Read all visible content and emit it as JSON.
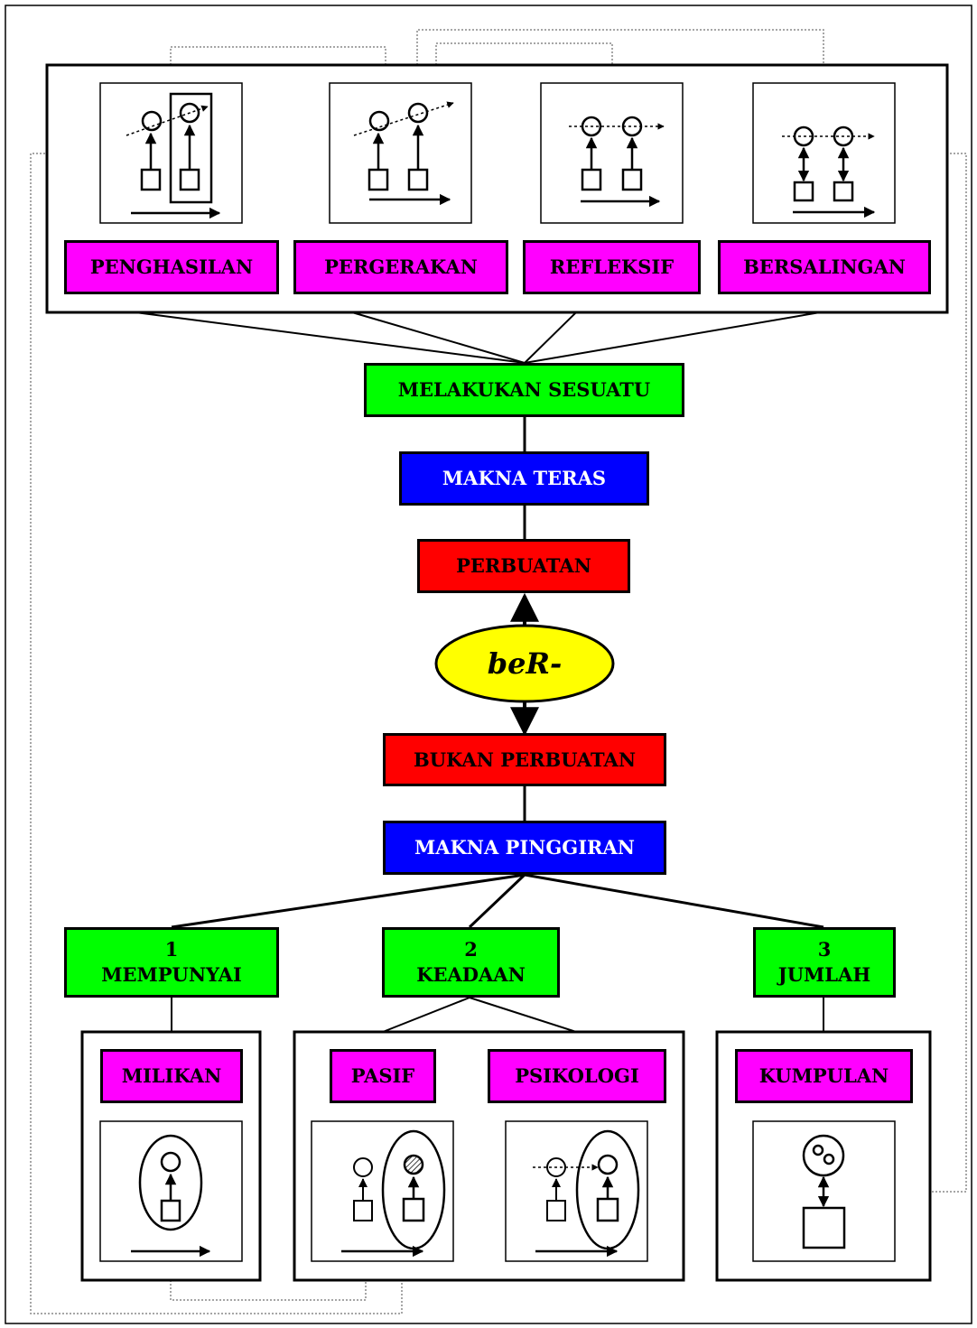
{
  "center": {
    "prefix": "beR-",
    "prefix_color": "#ffff00"
  },
  "core": {
    "action": "PERBUATAN",
    "core_meaning": "MAKNA TERAS",
    "doing_something": "MELAKUKAN SESUATU",
    "subtypes": [
      {
        "label": "PENGHASILAN"
      },
      {
        "label": "PERGERAKAN"
      },
      {
        "label": "REFLEKSIF"
      },
      {
        "label": "BERSALINGAN"
      }
    ]
  },
  "peripheral": {
    "non_action": "BUKAN PERBUATAN",
    "peripheral_meaning": "MAKNA PINGGIRAN",
    "categories": [
      {
        "number": "1",
        "label": "MEMPUNYAI",
        "subs": [
          "MILIKAN"
        ]
      },
      {
        "number": "2",
        "label": "KEADAAN",
        "subs": [
          "PASIF",
          "PSIKOLOGI"
        ]
      },
      {
        "number": "3",
        "label": "JUMLAH",
        "subs": [
          "KUMPULAN"
        ]
      }
    ]
  },
  "colors": {
    "subtype": "#ff00ff",
    "category": "#00ff00",
    "meaning": "#0000ff",
    "action": "#ff0000",
    "prefix": "#ffff00"
  }
}
